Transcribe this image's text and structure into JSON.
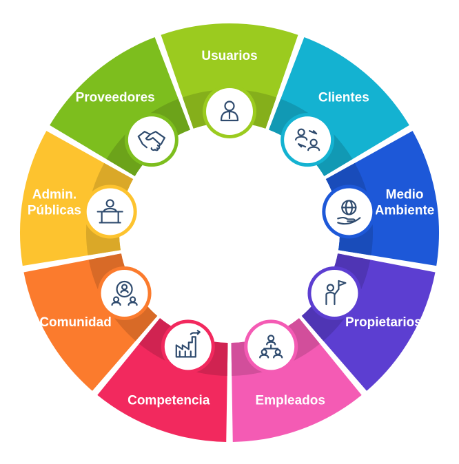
{
  "diagram": {
    "segments": [
      {
        "id": "usuarios",
        "label_lines": [
          "Usuarios"
        ],
        "color": "#9BCB1F",
        "icon": "user-icon"
      },
      {
        "id": "clientes",
        "label_lines": [
          "Clientes"
        ],
        "color": "#14B2D1",
        "icon": "exchange-users-icon"
      },
      {
        "id": "medio",
        "label_lines": [
          "Medio",
          "Ambiente"
        ],
        "color": "#1D58D8",
        "icon": "globe-hand-icon"
      },
      {
        "id": "propietarios",
        "label_lines": [
          "Propietarios"
        ],
        "color": "#5C3ED1",
        "icon": "person-flag-icon"
      },
      {
        "id": "empleados",
        "label_lines": [
          "Empleados"
        ],
        "color": "#F45BB4",
        "icon": "team-hierarchy-icon"
      },
      {
        "id": "competencia",
        "label_lines": [
          "Competencia"
        ],
        "color": "#F2295E",
        "icon": "factory-icon"
      },
      {
        "id": "comunidad",
        "label_lines": [
          "Comunidad"
        ],
        "color": "#FB7B2D",
        "icon": "community-icon"
      },
      {
        "id": "admin",
        "label_lines": [
          "Admin.",
          "Públicas"
        ],
        "color": "#FDC32F",
        "icon": "podium-speaker-icon"
      },
      {
        "id": "proveedores",
        "label_lines": [
          "Proveedores"
        ],
        "color": "#7DBE1E",
        "icon": "handshake-icon"
      }
    ]
  }
}
